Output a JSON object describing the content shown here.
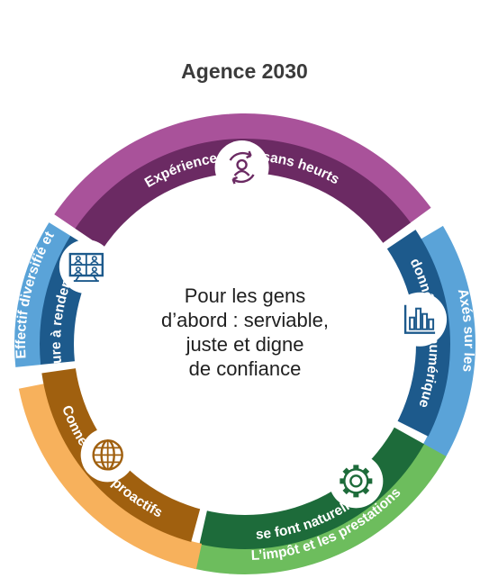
{
  "title": "Agence 2030",
  "center_text": [
    "Pour les gens",
    "d’abord : serviable,",
    "juste et digne",
    "de confiance"
  ],
  "segments": [
    {
      "id": "experience",
      "label_lines": [
        "Expérience client sans heurts"
      ],
      "icon": "person-cycle-icon",
      "outer_color": "#a9529a",
      "inner_color": "#6b2a63"
    },
    {
      "id": "donnees",
      "label_lines": [
        "Axés sur les",
        "données et numérique"
      ],
      "icon": "bar-chart-icon",
      "outer_color": "#5aa3d8",
      "inner_color": "#1d5a8c"
    },
    {
      "id": "impot",
      "label_lines": [
        "L’impôt et les prestations",
        "se font naturellement"
      ],
      "icon": "gear-icon",
      "outer_color": "#6dbd5d",
      "inner_color": "#1d6b3a"
    },
    {
      "id": "connectes",
      "label_lines": [
        "Connectés et proactifs"
      ],
      "icon": "globe-icon",
      "outer_color": "#f7b15c",
      "inner_color": "#a0600f"
    },
    {
      "id": "effectif",
      "label_lines": [
        "Effectif diversifié et",
        "culture à rendement élevé"
      ],
      "icon": "video-conference-icon",
      "outer_color": "#5aa3d8",
      "inner_color": "#1d5a8c"
    }
  ]
}
